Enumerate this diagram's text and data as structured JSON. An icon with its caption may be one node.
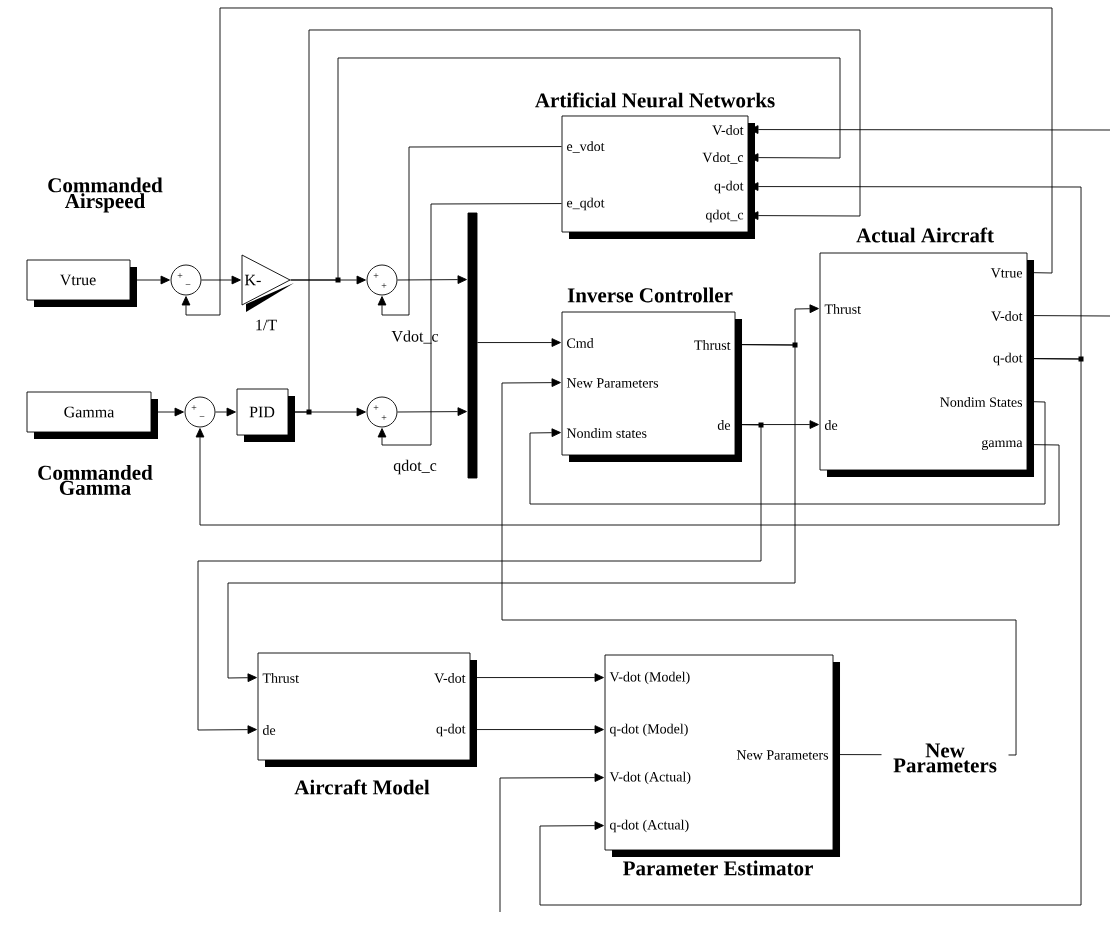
{
  "diagram": {
    "nodes": [
      {
        "text": [
          "Vtrue"
        ],
        "beside": [
          "Commanded Airspeed"
        ]
      },
      {
        "text": [
          "+",
          "−"
        ]
      },
      {
        "text": [
          "K-"
        ],
        "beside": [
          "1/T"
        ]
      },
      {
        "text": [
          "+",
          "+"
        ],
        "beside": [
          "Vdot_c"
        ]
      },
      {
        "text": [
          "Gamma"
        ],
        "beside": [
          "Commanded Gamma"
        ]
      },
      {
        "text": [
          "+",
          "−"
        ]
      },
      {
        "text": [
          "PID"
        ]
      },
      {
        "text": [
          "+",
          "+"
        ],
        "beside": [
          "qdot_c"
        ]
      },
      {
        "text": [],
        "shape": "bar"
      },
      {
        "text": [
          "Artificial Neural Networks",
          "e_vdot",
          "e_qdot",
          "V-dot",
          "Vdot_c",
          "q-dot",
          "qdot_c"
        ]
      },
      {
        "text": [
          "Inverse Controller",
          "Cmd",
          "New Parameters",
          "Nondim states",
          "Thrust",
          "de"
        ]
      },
      {
        "text": [
          "Actual Aircraft",
          "Thrust",
          "de",
          "Vtrue",
          "V-dot",
          "q-dot",
          "Nondim States",
          "gamma"
        ]
      },
      {
        "text": [
          "Thrust",
          "de",
          "V-dot",
          "q-dot",
          "Aircraft Model"
        ]
      },
      {
        "text": [
          "V-dot (Model)",
          "q-dot (Model)",
          "New Parameters",
          "V-dot (Actual)",
          "q-dot (Actual)",
          "Parameter Estimator"
        ]
      }
    ],
    "edges": [
      {
        "from": 0,
        "to": 1,
        "arrow": "to"
      },
      {
        "from": 1,
        "to": 2,
        "arrow": "to"
      },
      {
        "from": 2,
        "to": 3,
        "arrow": "to"
      },
      {
        "from": 2,
        "to": 9,
        "arrow": "to"
      },
      {
        "from": 11,
        "to": 1,
        "arrow": "to"
      },
      {
        "from": 3,
        "to": 8,
        "arrow": "to"
      },
      {
        "from": 9,
        "to": 3,
        "arrow": "to"
      },
      {
        "from": 4,
        "to": 5,
        "arrow": "to"
      },
      {
        "from": 5,
        "to": 6,
        "arrow": "to"
      },
      {
        "from": 6,
        "to": 7,
        "arrow": "to"
      },
      {
        "from": 6,
        "to": 9,
        "arrow": "to"
      },
      {
        "from": 9,
        "to": 7,
        "arrow": "to"
      },
      {
        "from": 7,
        "to": 8,
        "arrow": "to"
      },
      {
        "from": 8,
        "to": 10,
        "arrow": "to"
      },
      {
        "from": 10,
        "to": 11,
        "arrow": "to"
      },
      {
        "from": 10,
        "to": 12,
        "arrow": "to"
      },
      {
        "from": 10,
        "to": 11,
        "arrow": "to"
      },
      {
        "from": 10,
        "to": 12,
        "arrow": "to"
      },
      {
        "from": 11,
        "to": null,
        "arrow": "none"
      },
      {
        "from": null,
        "to": 9,
        "arrow": "to"
      },
      {
        "from": 11,
        "to": 9,
        "arrow": "to"
      },
      {
        "from": 11,
        "to": 13,
        "arrow": "to"
      },
      {
        "from": 11,
        "to": 10,
        "arrow": "to"
      },
      {
        "from": 11,
        "to": 5,
        "arrow": "to"
      },
      {
        "from": 12,
        "to": 13,
        "arrow": "to"
      },
      {
        "from": 12,
        "to": 13,
        "arrow": "to"
      },
      {
        "from": 13,
        "to": 10,
        "arrow": "to",
        "label": "New Parameters"
      },
      {
        "from": null,
        "to": 13,
        "arrow": "to"
      }
    ]
  }
}
